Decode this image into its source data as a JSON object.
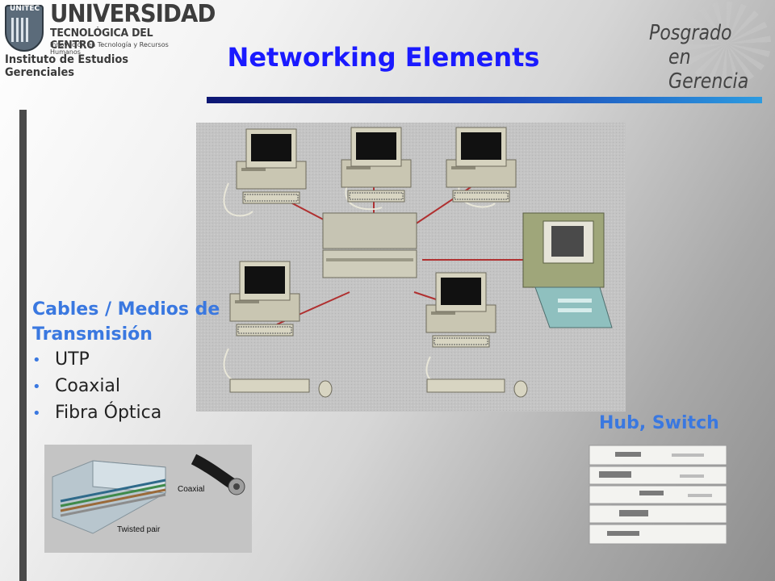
{
  "logo": {
    "badge": "UNITEC",
    "university": "UNIVERSIDAD",
    "subtitle": "TECNOLÓGICA DEL CENTRO",
    "tagline": "Innovación en Tecnología y Recursos Humanos",
    "institute": "Instituto de Estudios Gerenciales"
  },
  "title": "Networking Elements",
  "posgrado": {
    "line1": "Posgrado",
    "line2": "en Gerencia"
  },
  "cables": {
    "heading_line1": "Cables / Medios de",
    "heading_line2": "Transmisión",
    "items": [
      "UTP",
      "Coaxial",
      "Fibra Óptica"
    ]
  },
  "cable_photo": {
    "label_coaxial": "Coaxial",
    "label_twisted": "Twisted pair"
  },
  "hub": {
    "label": "Hub, Switch"
  },
  "colors": {
    "title": "#1a1aff",
    "accent": "#3a78e0",
    "rule_start": "#0d1773",
    "rule_end": "#2c9be0"
  }
}
